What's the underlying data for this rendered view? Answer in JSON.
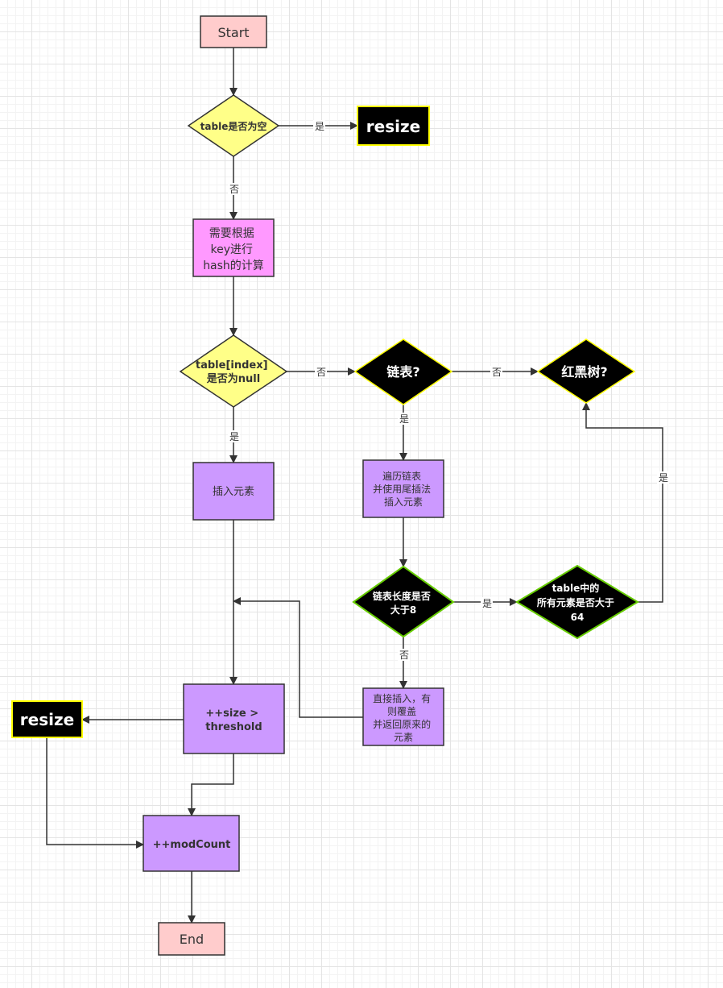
{
  "nodes": {
    "start": {
      "lines": [
        "Start"
      ]
    },
    "table_empty": {
      "lines": [
        "table是否为空"
      ]
    },
    "resize_top": {
      "lines": [
        "resize"
      ]
    },
    "hash_calc": {
      "lines": [
        "需要根据",
        "key进行",
        "hash的计算"
      ]
    },
    "index_null": {
      "lines": [
        "table[index]",
        "是否为null"
      ]
    },
    "linked_list": {
      "lines": [
        "链表?"
      ]
    },
    "rb_tree": {
      "lines": [
        "红黑树?"
      ]
    },
    "insert": {
      "lines": [
        "插入元素"
      ]
    },
    "traverse": {
      "lines": [
        "遍历链表",
        "并使用尾插法",
        "插入元素"
      ]
    },
    "len_gt8": {
      "lines": [
        "链表长度是否",
        "大于8"
      ]
    },
    "gt64": {
      "lines": [
        "table中的",
        "所有元素是否大于",
        "64"
      ]
    },
    "direct": {
      "lines": [
        "直接插入，有",
        "则覆盖",
        "并返回原来的",
        "元素"
      ]
    },
    "size_check": {
      "lines": [
        "++size >",
        "threshold"
      ]
    },
    "resize_bottom": {
      "lines": [
        "resize"
      ]
    },
    "modcount": {
      "lines": [
        "++modCount"
      ]
    },
    "end": {
      "lines": [
        "End"
      ]
    }
  },
  "edge_labels": {
    "empty_yes": "是",
    "empty_no": "否",
    "null_no": "否",
    "null_yes": "是",
    "list_no": "否",
    "list_yes": "是",
    "len_yes": "是",
    "len_no": "否",
    "gt64_yes": "是"
  },
  "colors": {
    "pink": "#ffcccc",
    "magenta": "#ff99ff",
    "yellow": "#ffff88",
    "purple": "#cc99ff",
    "black": "#000000",
    "yellow_border": "#ffff00",
    "green_border": "#66cc00"
  }
}
